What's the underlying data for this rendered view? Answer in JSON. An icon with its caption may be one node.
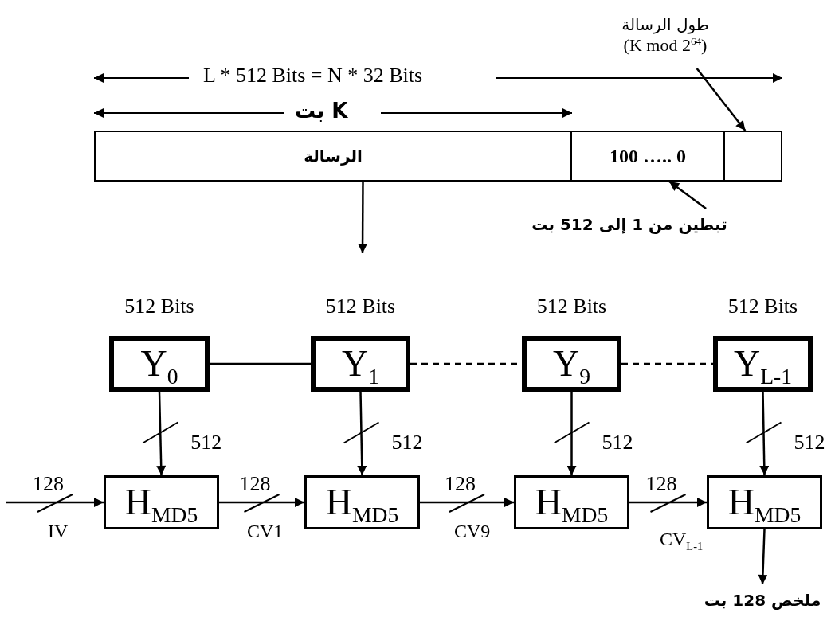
{
  "diagram": {
    "nodes": [
      {
        "text": [
          "الرسالة"
        ]
      },
      {
        "text": [
          "100 ….. 0"
        ]
      },
      {
        "text": [],
        "shape": "box"
      },
      {
        "text": [
          "طول الرسالة",
          "(K mod 2$^{64}$)"
        ]
      },
      {
        "text": [
          "تبطين من 1 إلى 512  بت"
        ]
      },
      {
        "text": [
          "Y$_{0}$"
        ],
        "beside": [
          "512 Bits"
        ]
      },
      {
        "text": [
          "Y$_{1}$"
        ],
        "beside": [
          "512 Bits"
        ]
      },
      {
        "text": [
          "Y$_{9}$"
        ],
        "beside": [
          "512 Bits"
        ]
      },
      {
        "text": [
          "Y$_{L-1}$"
        ],
        "beside": [
          "512 Bits"
        ]
      },
      {
        "text": [
          "H$_{MD5}$"
        ]
      },
      {
        "text": [
          "H$_{MD5}$"
        ]
      },
      {
        "text": [
          "H$_{MD5}$"
        ]
      },
      {
        "text": [
          "H$_{MD5}$"
        ]
      },
      {
        "text": [
          "ملخص 128 بت"
        ]
      }
    ],
    "edges": [
      {
        "from": 0,
        "to": null,
        "arrow": "to"
      },
      {
        "from": 3,
        "to": 2,
        "arrow": "to"
      },
      {
        "from": 4,
        "to": 1,
        "arrow": "to"
      },
      {
        "from": 5,
        "to": 6,
        "arrow": "none"
      },
      {
        "from": 6,
        "to": 7,
        "arrow": "none",
        "style": "dashed"
      },
      {
        "from": 7,
        "to": 8,
        "arrow": "none",
        "style": "dashed"
      },
      {
        "from": 5,
        "to": 9,
        "arrow": "to",
        "label": "512"
      },
      {
        "from": 6,
        "to": 10,
        "arrow": "to",
        "label": "512"
      },
      {
        "from": 7,
        "to": 11,
        "arrow": "to",
        "label": "512"
      },
      {
        "from": 8,
        "to": 12,
        "arrow": "to",
        "label": "512"
      },
      {
        "from": null,
        "to": 9,
        "arrow": "to",
        "label": "128"
      },
      {
        "from": 9,
        "to": 10,
        "arrow": "to",
        "label": "128"
      },
      {
        "from": 10,
        "to": 11,
        "arrow": "to",
        "label": "128"
      },
      {
        "from": 11,
        "to": 12,
        "arrow": "to",
        "label": "128"
      },
      {
        "from": 12,
        "to": 13,
        "arrow": "to"
      }
    ],
    "labels": [
      "L * 512 Bits = N * 32 Bits",
      "K بت",
      "IV",
      "CV1",
      "CV9",
      "CV$_{L-1}$"
    ]
  }
}
